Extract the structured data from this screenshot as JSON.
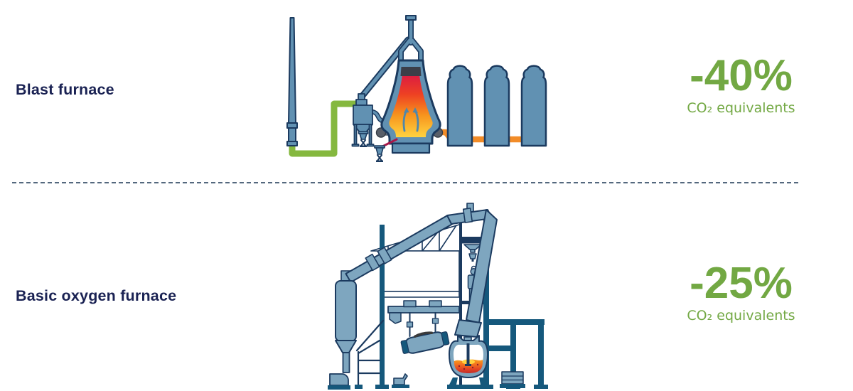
{
  "sections": [
    {
      "id": "blast-furnace",
      "label": "Blast furnace",
      "reduction": "-40%",
      "reduction_unit": "CO₂ equivalents",
      "illustration": "blast-furnace-illustration"
    },
    {
      "id": "basic-oxygen-furnace",
      "label": "Basic oxygen furnace",
      "reduction": "-25%",
      "reduction_unit": "CO₂ equivalents",
      "illustration": "basic-oxygen-furnace-illustration"
    }
  ],
  "colors": {
    "label_navy": "#1a2253",
    "stat_green": "#72a843",
    "steel_blue": "#6191b2",
    "steel_blue_light": "#7ea6bf",
    "outline_navy": "#1b3a5f",
    "dark_teal": "#15587c",
    "pipe_green": "#85b83f",
    "pipe_orange": "#f28c28",
    "molten_red": "#d50f4c",
    "molten_yellow": "#ffd340",
    "divider_slate": "#54687e",
    "background": "#ffffff"
  }
}
